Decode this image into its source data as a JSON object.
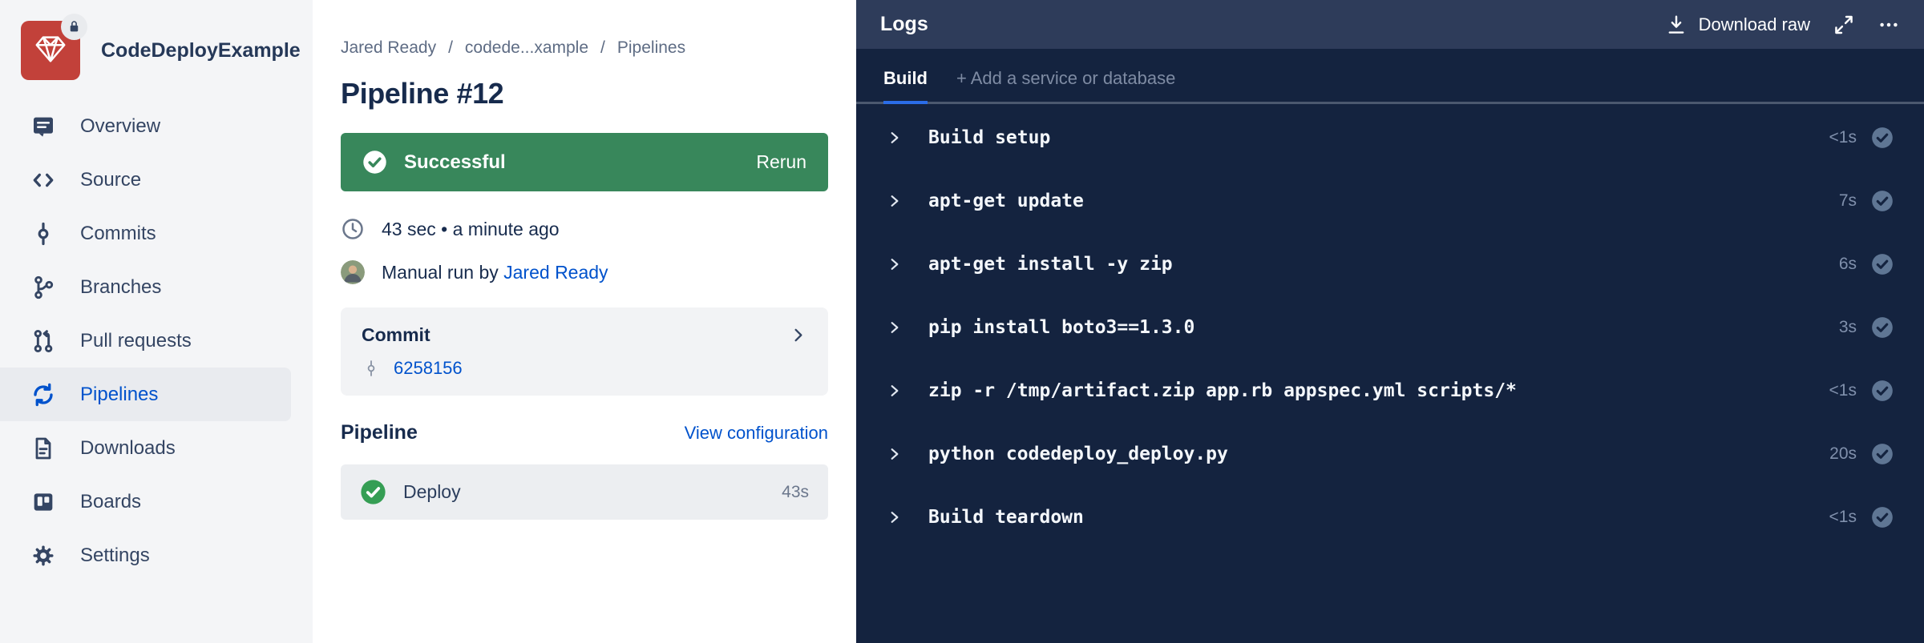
{
  "sidebar": {
    "repo_name": "CodeDeployExample",
    "items": [
      {
        "label": "Overview",
        "icon": "overview",
        "active": false
      },
      {
        "label": "Source",
        "icon": "source",
        "active": false
      },
      {
        "label": "Commits",
        "icon": "commits",
        "active": false
      },
      {
        "label": "Branches",
        "icon": "branches",
        "active": false
      },
      {
        "label": "Pull requests",
        "icon": "pull-requests",
        "active": false
      },
      {
        "label": "Pipelines",
        "icon": "pipelines",
        "active": true
      },
      {
        "label": "Downloads",
        "icon": "downloads",
        "active": false
      },
      {
        "label": "Boards",
        "icon": "boards",
        "active": false
      },
      {
        "label": "Settings",
        "icon": "settings",
        "active": false
      }
    ]
  },
  "breadcrumb": {
    "separator": "/",
    "items": [
      "Jared Ready",
      "codede...xample",
      "Pipelines"
    ]
  },
  "page": {
    "title": "Pipeline #12"
  },
  "status": {
    "label": "Successful",
    "rerun_label": "Rerun",
    "duration_line": "43 sec • a minute ago",
    "run_by_prefix": "Manual run by",
    "run_by_name": "Jared Ready"
  },
  "commit": {
    "heading": "Commit",
    "hash": "6258156"
  },
  "pipeline": {
    "heading": "Pipeline",
    "view_config_label": "View configuration",
    "steps": [
      {
        "name": "Deploy",
        "duration": "43s",
        "status": "success"
      }
    ]
  },
  "logs": {
    "title": "Logs",
    "download_label": "Download raw",
    "tabs": [
      {
        "label": "Build",
        "active": true
      },
      {
        "label": "+ Add a service or database",
        "active": false
      }
    ],
    "entries": [
      {
        "command": "Build setup",
        "duration": "<1s",
        "status": "success"
      },
      {
        "command": "apt-get update",
        "duration": "7s",
        "status": "success"
      },
      {
        "command": "apt-get install -y zip",
        "duration": "6s",
        "status": "success"
      },
      {
        "command": "pip install boto3==1.3.0",
        "duration": "3s",
        "status": "success"
      },
      {
        "command": "zip -r /tmp/artifact.zip app.rb appspec.yml scripts/*",
        "duration": "<1s",
        "status": "success"
      },
      {
        "command": "python codedeploy_deploy.py",
        "duration": "20s",
        "status": "success"
      },
      {
        "command": "Build teardown",
        "duration": "<1s",
        "status": "success"
      }
    ]
  },
  "colors": {
    "success_green": "#38875b",
    "step_check_green": "#359e54",
    "link_blue": "#0052cc",
    "active_tab_blue": "#2b6de8",
    "logs_header_navy": "#2e3c5a",
    "logs_body_navy": "#14233f",
    "repo_logo_red": "#c2413a",
    "sidebar_bg": "#f4f5f7"
  }
}
